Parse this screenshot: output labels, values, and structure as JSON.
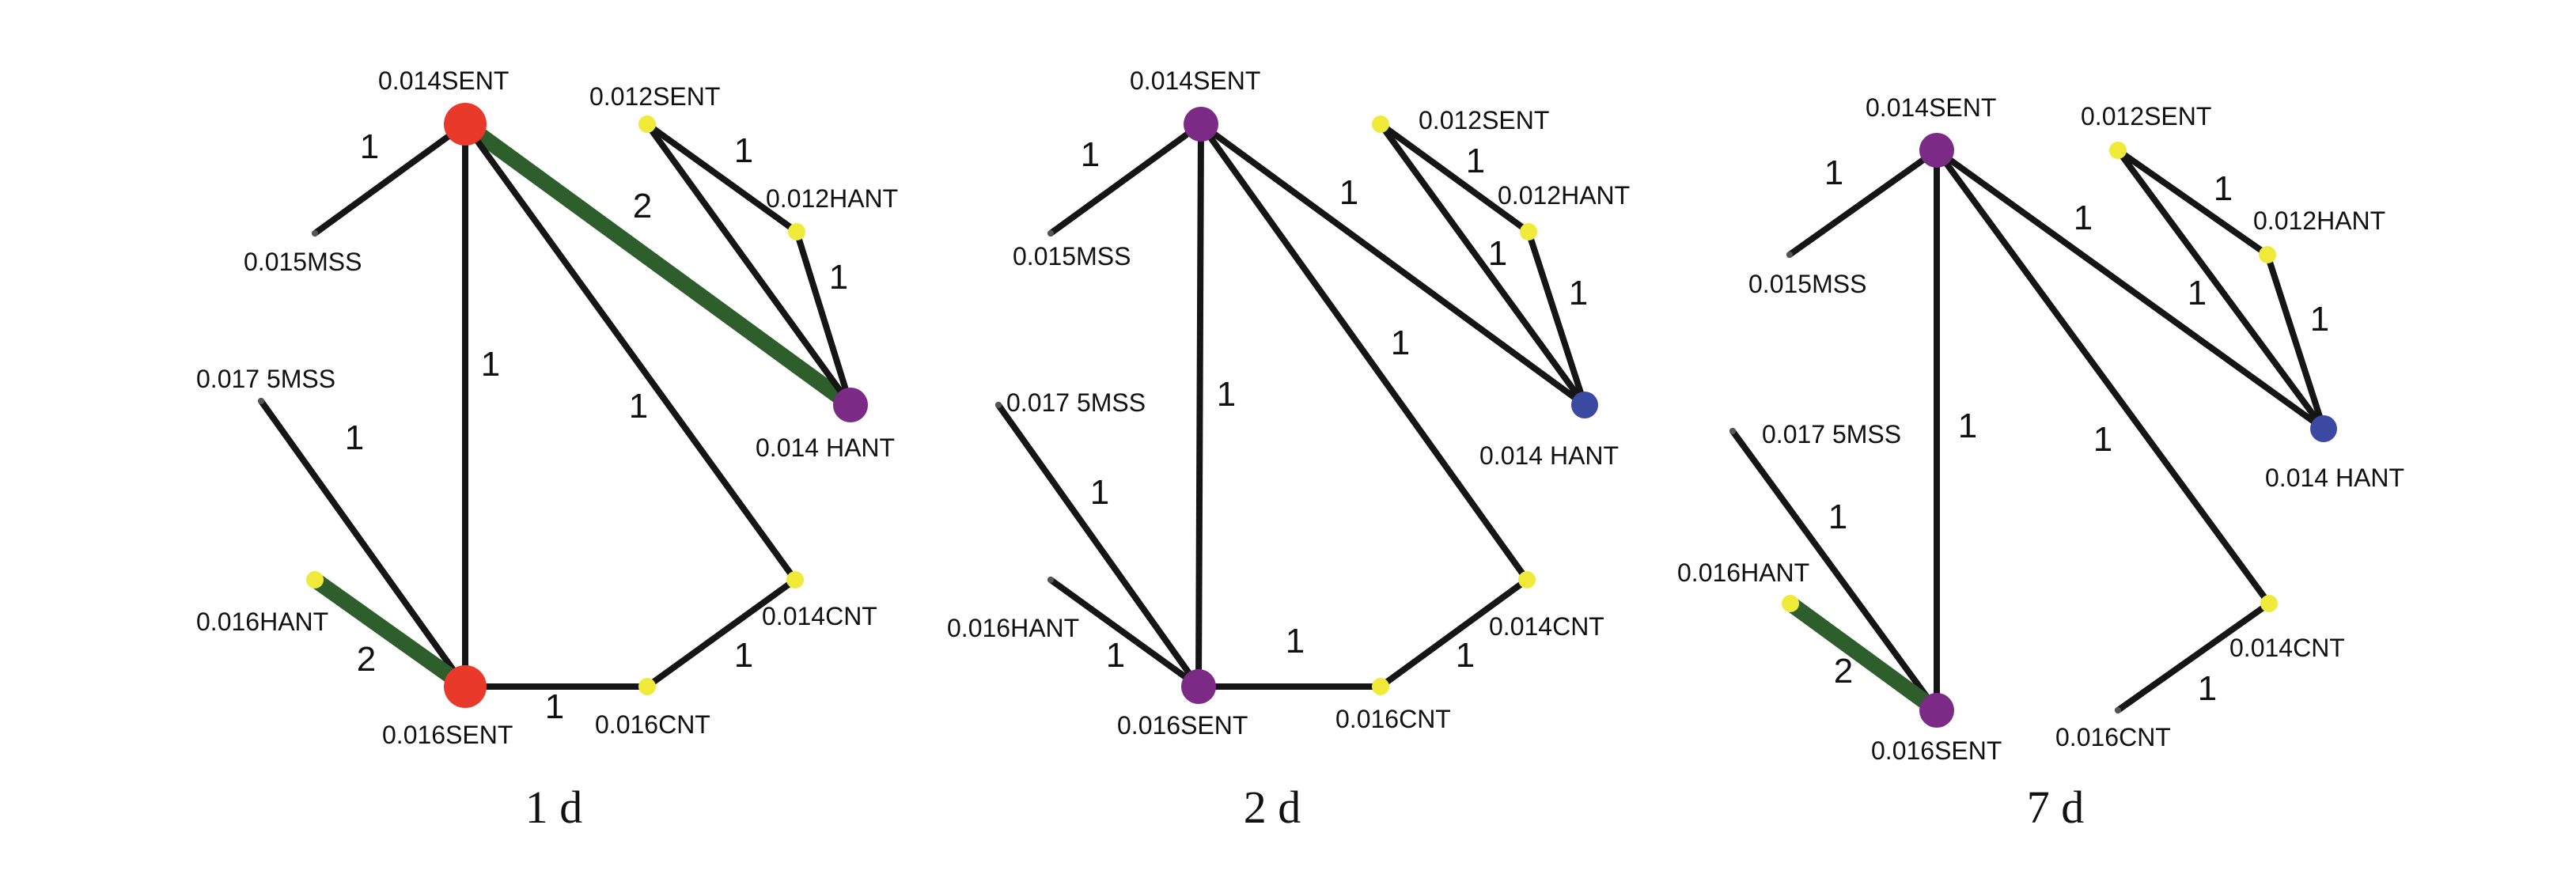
{
  "colors": {
    "red": "#e8392b",
    "purple": "#7b2a86",
    "blue": "#3b4aa0",
    "yellow": "#f0ea3a",
    "small": "#555555",
    "edge": "#151515",
    "thick_edge": "#2e5e2c"
  },
  "panels": [
    {
      "title": "1 d",
      "nodes": [
        {
          "id": "SENT014",
          "label": "0.014SENT",
          "type": "red"
        },
        {
          "id": "SENT012",
          "label": "0.012SENT",
          "type": "yellow"
        },
        {
          "id": "HANT012",
          "label": "0.012HANT",
          "type": "yellow"
        },
        {
          "id": "MSS015",
          "label": "0.015MSS",
          "type": "small"
        },
        {
          "id": "HANT014",
          "label": "0.014 HANT",
          "type": "purple"
        },
        {
          "id": "MSS0175",
          "label": "0.017 5MSS",
          "type": "small"
        },
        {
          "id": "CNT014",
          "label": "0.014CNT",
          "type": "yellow"
        },
        {
          "id": "HANT016",
          "label": "0.016HANT",
          "type": "yellow"
        },
        {
          "id": "SENT016",
          "label": "0.016SENT",
          "type": "red"
        },
        {
          "id": "CNT016",
          "label": "0.016CNT",
          "type": "yellow"
        }
      ],
      "edges": [
        {
          "from": "SENT014",
          "to": "MSS015",
          "label": "1"
        },
        {
          "from": "SENT014",
          "to": "HANT014",
          "label": "2"
        },
        {
          "from": "SENT014",
          "to": "SENT016",
          "label": "1"
        },
        {
          "from": "SENT014",
          "to": "CNT014",
          "label": "1"
        },
        {
          "from": "SENT012",
          "to": "HANT012",
          "label": "1"
        },
        {
          "from": "SENT012",
          "to": "HANT014",
          "label": ""
        },
        {
          "from": "HANT012",
          "to": "HANT014",
          "label": "1"
        },
        {
          "from": "MSS0175",
          "to": "SENT016",
          "label": "1"
        },
        {
          "from": "HANT016",
          "to": "SENT016",
          "label": "2"
        },
        {
          "from": "SENT016",
          "to": "CNT016",
          "label": "1"
        },
        {
          "from": "CNT016",
          "to": "CNT014",
          "label": "1"
        }
      ]
    },
    {
      "title": "2 d",
      "nodes": [
        {
          "id": "SENT014",
          "label": "0.014SENT",
          "type": "purple"
        },
        {
          "id": "SENT012",
          "label": "0.012SENT",
          "type": "yellow"
        },
        {
          "id": "HANT012",
          "label": "0.012HANT",
          "type": "yellow"
        },
        {
          "id": "MSS015",
          "label": "0.015MSS",
          "type": "small"
        },
        {
          "id": "HANT014",
          "label": "0.014 HANT",
          "type": "blue"
        },
        {
          "id": "MSS0175",
          "label": "0.017 5MSS",
          "type": "small"
        },
        {
          "id": "CNT014",
          "label": "0.014CNT",
          "type": "yellow"
        },
        {
          "id": "HANT016",
          "label": "0.016HANT",
          "type": "small"
        },
        {
          "id": "SENT016",
          "label": "0.016SENT",
          "type": "purple"
        },
        {
          "id": "CNT016",
          "label": "0.016CNT",
          "type": "yellow"
        }
      ],
      "edges": [
        {
          "from": "SENT014",
          "to": "MSS015",
          "label": "1"
        },
        {
          "from": "SENT014",
          "to": "HANT014",
          "label": "1"
        },
        {
          "from": "SENT014",
          "to": "SENT016",
          "label": "1"
        },
        {
          "from": "SENT014",
          "to": "CNT014",
          "label": "1"
        },
        {
          "from": "SENT012",
          "to": "HANT012",
          "label": "1"
        },
        {
          "from": "SENT012",
          "to": "HANT014",
          "label": "1"
        },
        {
          "from": "HANT012",
          "to": "HANT014",
          "label": "1"
        },
        {
          "from": "MSS0175",
          "to": "SENT016",
          "label": "1"
        },
        {
          "from": "HANT016",
          "to": "SENT016",
          "label": "1"
        },
        {
          "from": "SENT016",
          "to": "CNT016",
          "label": "1"
        },
        {
          "from": "CNT016",
          "to": "CNT014",
          "label": "1"
        }
      ]
    },
    {
      "title": "7 d",
      "nodes": [
        {
          "id": "SENT014",
          "label": "0.014SENT",
          "type": "purple"
        },
        {
          "id": "SENT012",
          "label": "0.012SENT",
          "type": "yellow"
        },
        {
          "id": "HANT012",
          "label": "0.012HANT",
          "type": "yellow"
        },
        {
          "id": "MSS015",
          "label": "0.015MSS",
          "type": "small"
        },
        {
          "id": "HANT014",
          "label": "0.014 HANT",
          "type": "blue"
        },
        {
          "id": "MSS0175",
          "label": "0.017 5MSS",
          "type": "small"
        },
        {
          "id": "HANT016",
          "label": "0.016HANT",
          "type": "yellow"
        },
        {
          "id": "CNT014",
          "label": "0.014CNT",
          "type": "yellow"
        },
        {
          "id": "CNT016",
          "label": "0.016CNT",
          "type": "small"
        },
        {
          "id": "SENT016",
          "label": "0.016SENT",
          "type": "purple"
        }
      ],
      "edges": [
        {
          "from": "SENT014",
          "to": "MSS015",
          "label": "1"
        },
        {
          "from": "SENT014",
          "to": "HANT014",
          "label": "1"
        },
        {
          "from": "SENT014",
          "to": "SENT016",
          "label": "1"
        },
        {
          "from": "SENT014",
          "to": "CNT014",
          "label": "1"
        },
        {
          "from": "SENT012",
          "to": "HANT012",
          "label": "1"
        },
        {
          "from": "SENT012",
          "to": "HANT014",
          "label": "1"
        },
        {
          "from": "HANT012",
          "to": "HANT014",
          "label": "1"
        },
        {
          "from": "MSS0175",
          "to": "SENT016",
          "label": "1"
        },
        {
          "from": "HANT016",
          "to": "SENT016",
          "label": "2"
        },
        {
          "from": "CNT014",
          "to": "CNT016",
          "label": "1"
        }
      ]
    }
  ]
}
